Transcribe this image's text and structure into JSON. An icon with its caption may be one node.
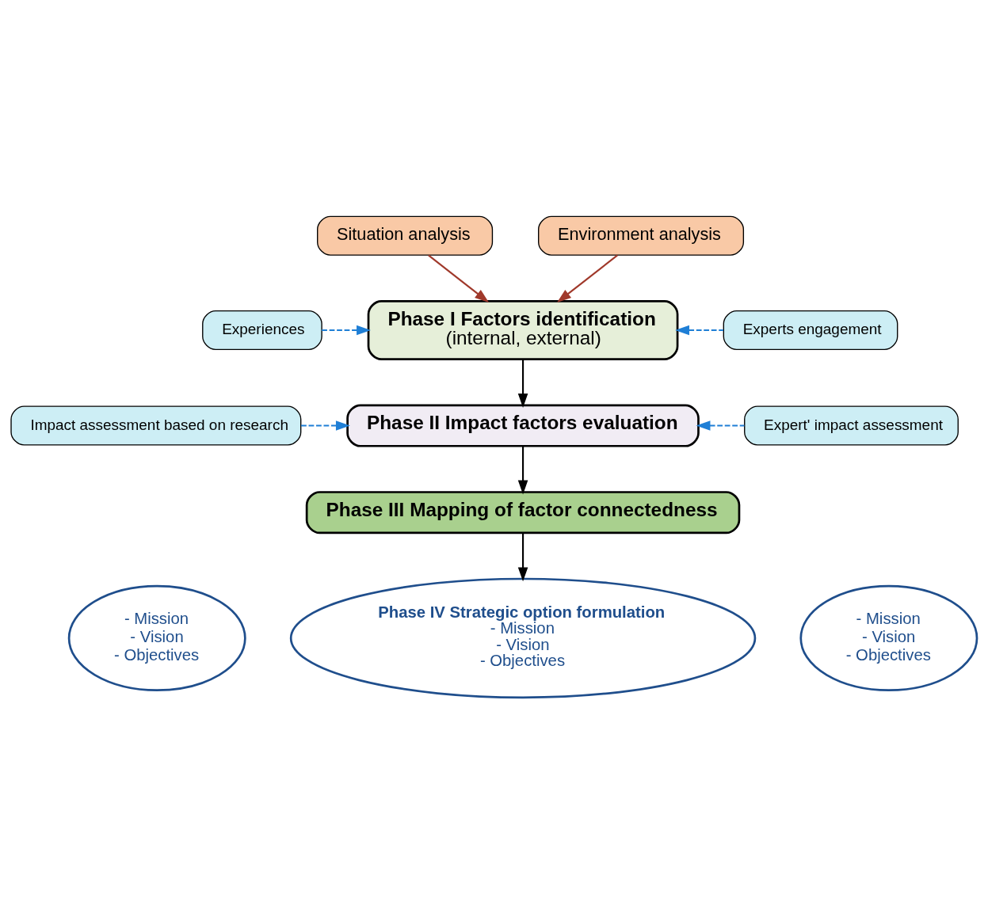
{
  "diagram": {
    "nodes": [
      {
        "text": [
          "Situation analysis"
        ]
      },
      {
        "text": [
          "Environment analysis"
        ]
      },
      {
        "text": [
          "Experiences"
        ]
      },
      {
        "text": [
          "Phase I Factors identification",
          "(internal, external)"
        ]
      },
      {
        "text": [
          "Experts engagement"
        ]
      },
      {
        "text": [
          "Impact assessment based on research"
        ]
      },
      {
        "text": [
          "Phase II Impact factors evaluation"
        ]
      },
      {
        "text": [
          "Expert' impact assessment"
        ]
      },
      {
        "text": [
          "Phase III Mapping of factor connectedness"
        ]
      },
      {
        "text": [
          "- Mission",
          "- Vision",
          "- Objectives"
        ]
      },
      {
        "text": [
          "Phase IV Strategic option formulation",
          "- Mission",
          "- Vision",
          "- Objectives"
        ]
      },
      {
        "text": [
          "- Mission",
          "- Vision",
          "- Objectives"
        ]
      }
    ],
    "edges": [
      {
        "from": 0,
        "to": 3,
        "arrow": "to",
        "color": "#a0392b"
      },
      {
        "from": 1,
        "to": 3,
        "arrow": "to",
        "color": "#a0392b"
      },
      {
        "from": 2,
        "to": 3,
        "arrow": "to",
        "style": "dashed",
        "color": "#1f7fd6"
      },
      {
        "from": 4,
        "to": 3,
        "arrow": "to",
        "style": "dashed",
        "color": "#1f7fd6"
      },
      {
        "from": 3,
        "to": 6,
        "arrow": "to",
        "color": "#000000"
      },
      {
        "from": 5,
        "to": 6,
        "arrow": "to",
        "style": "dashed",
        "color": "#1f7fd6"
      },
      {
        "from": 7,
        "to": 6,
        "arrow": "to",
        "style": "dashed",
        "color": "#1f7fd6"
      },
      {
        "from": 6,
        "to": 8,
        "arrow": "to",
        "color": "#000000"
      },
      {
        "from": 8,
        "to": 10,
        "arrow": "to",
        "color": "#000000"
      }
    ]
  }
}
